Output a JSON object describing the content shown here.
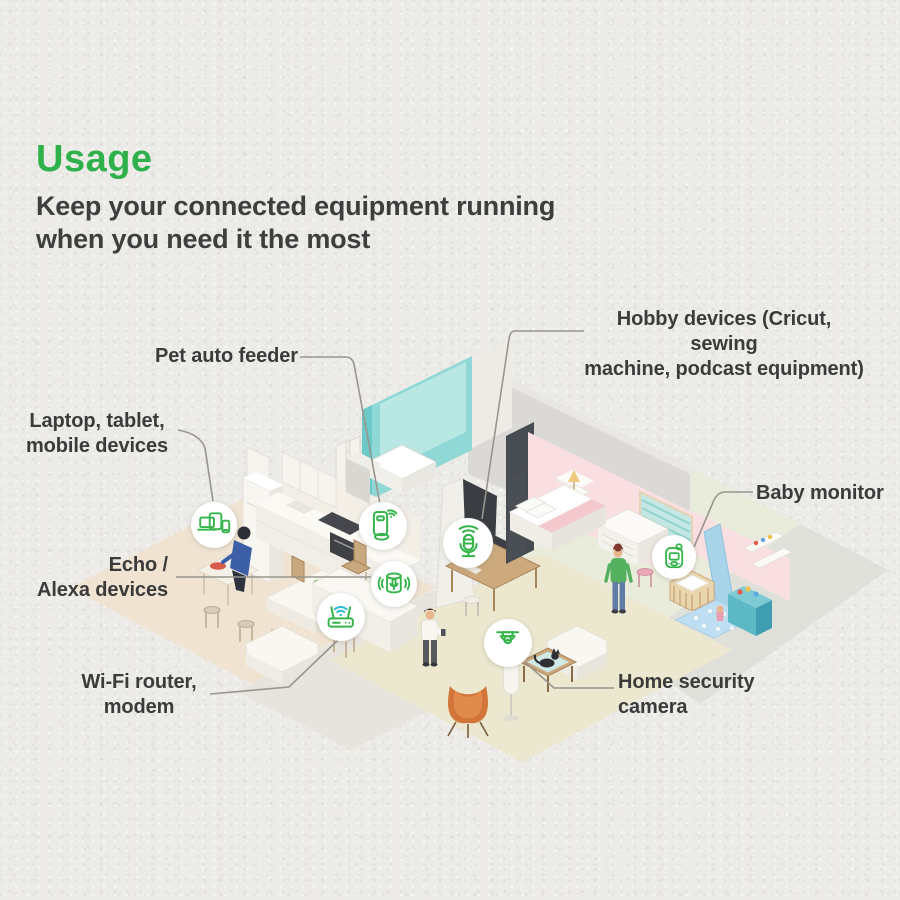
{
  "header": {
    "title": "Usage",
    "subtitle_line1": "Keep your connected equipment running",
    "subtitle_line2": "when you need it the most"
  },
  "colors": {
    "accent_green": "#2EB14A",
    "icon_green": "#35B44A",
    "wifi_blue": "#2FB9D8",
    "text_dark": "#3B3B3B",
    "background_paper": "#ECEBE7",
    "leader_line": "#97958E"
  },
  "device_callouts": {
    "pet_feeder": {
      "label": "Pet auto feeder",
      "icon": "pet-feeder-icon"
    },
    "laptop_devices": {
      "label_line1": "Laptop, tablet,",
      "label_line2": "mobile devices",
      "icon": "laptop-tablet-phone-icon"
    },
    "echo_alexa": {
      "label_line1": "Echo /",
      "label_line2": "Alexa devices",
      "icon": "smart-speaker-icon"
    },
    "wifi_router": {
      "label_line1": "Wi-Fi router,",
      "label_line2": "modem",
      "icon": "wifi-router-icon"
    },
    "hobby_devices": {
      "label_line1": "Hobby devices (Cricut, sewing",
      "label_line2": "machine, podcast equipment)",
      "icon": "podcast-microphone-icon"
    },
    "baby_monitor": {
      "label": "Baby monitor",
      "icon": "baby-monitor-icon"
    },
    "security_camera": {
      "label_line1": "Home security",
      "label_line2": "camera",
      "icon": "security-camera-icon"
    }
  }
}
